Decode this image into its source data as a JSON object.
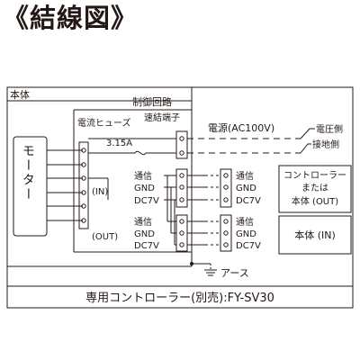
{
  "heading": "《結線図》",
  "diagram": {
    "unit_label": "本体",
    "motor_label": "モーター",
    "control_circuit_label": "制御回路",
    "fuse_label": "電流ヒューズ",
    "fuse_rating": "3.15A",
    "connection_terminal_label": "速結端子",
    "in_label": "(IN)",
    "out_label": "(OUT)",
    "signal_in": [
      "通信",
      "GND",
      "DC7V"
    ],
    "signal_out": [
      "通信",
      "GND",
      "DC7V"
    ],
    "power_label": "電源(AC100V)",
    "voltage_side": "電圧側",
    "ground_side": "接地側",
    "signal_ext_in": [
      "通信",
      "GND",
      "DC7V"
    ],
    "signal_ext_out": [
      "通信",
      "GND",
      "DC7V"
    ],
    "box_controller_lines": [
      "コントローラー",
      "または",
      "本体 (OUT)"
    ],
    "box_unit_in": "本体 (IN)",
    "earth_label": "アース",
    "footer": "専用コントローラー(別売):FY-SV30"
  }
}
